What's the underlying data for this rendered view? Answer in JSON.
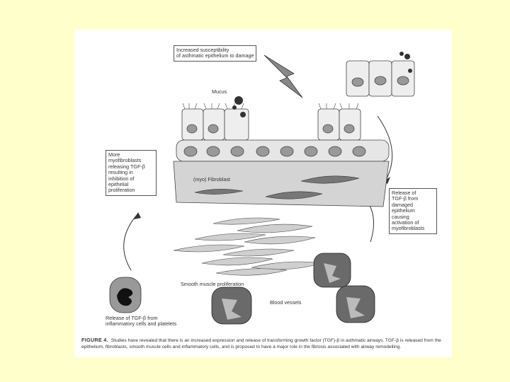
{
  "figure": {
    "labels": {
      "damage_note": "Increased susceptibility\nof asthmatic epithelium to damage",
      "mucus": "Mucus",
      "myofibroblasts_note": "More\nmyofibroblasts\nreleasing TGF-β\nresulting in\ninhibition of\nepithelial\nproliferation",
      "fibroblast": "(myo) Fibroblast",
      "epithelium_release_note": "Release of\nTGF-β from\ndamaged\nepithelium\ncausing\nactivation of\nmyofibroblasts",
      "smooth_muscle": "Smooth muscle proliferation",
      "blood_vessels": "Blood vessels",
      "inflammatory_release": "Release of TGF-β from\ninflammatory cells and platelets"
    },
    "caption": {
      "figure_number": "FIGURE 4.",
      "text": "Studies have revealed that there is an increased expression and release of transforming growth factor (TGF)-β in asthmatic airways. TGF-β is released from the epithelium, fibroblasts, smooth muscle cells and inflammatory cells, and is proposed to have a major role in the fibrosis associated with airway remodelling."
    }
  }
}
